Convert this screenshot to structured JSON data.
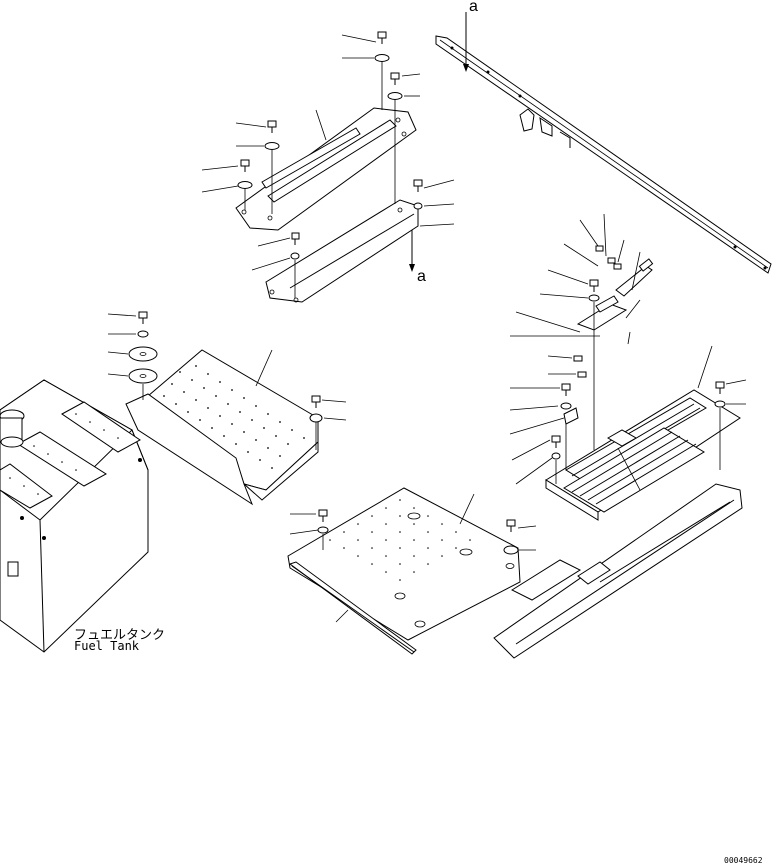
{
  "diagram": {
    "ref_letter_top": "a",
    "ref_letter_mid": "a",
    "fuel_tank_jp": "フュエルタンク",
    "fuel_tank_en": "Fuel Tank",
    "drawing_code": "00049662"
  }
}
